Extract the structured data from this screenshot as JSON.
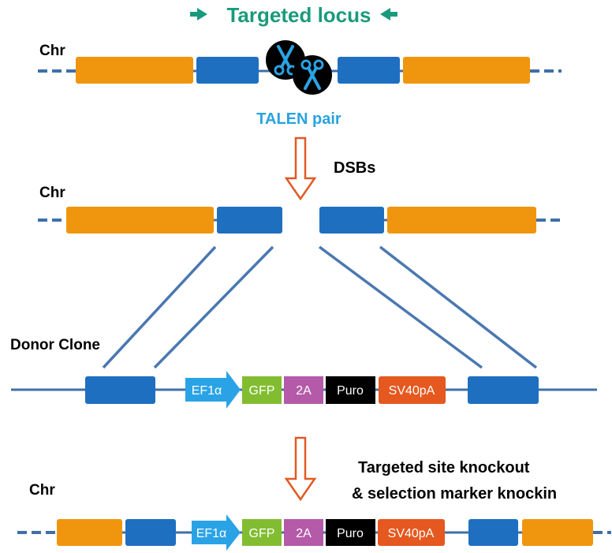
{
  "title": "Targeted locus",
  "labels": {
    "chr": "Chr",
    "talen_pair": "TALEN pair",
    "dsbs": "DSBs",
    "donor_clone": "Donor Clone",
    "result_line1": "Targeted site knockout",
    "result_line2": "& selection marker knockin"
  },
  "cassette": {
    "promoter": "EF1α",
    "gfp": "GFP",
    "t2a": "2A",
    "puro": "Puro",
    "polya": "SV40pA"
  },
  "colors": {
    "title_teal": "#1a9a7c",
    "talen_blue": "#29a3e0",
    "chromosome_line": "#3f6fa8",
    "orange_exon": "#f0960e",
    "blue_homology_arm": "#1f6fc0",
    "promoter_arrow": "#2aa3e6",
    "gfp_green": "#82bd31",
    "t2a_pink": "#b45aa8",
    "puro_black": "#000000",
    "sv40pa_orange": "#e5581f",
    "process_arrow": "#e05a24"
  }
}
